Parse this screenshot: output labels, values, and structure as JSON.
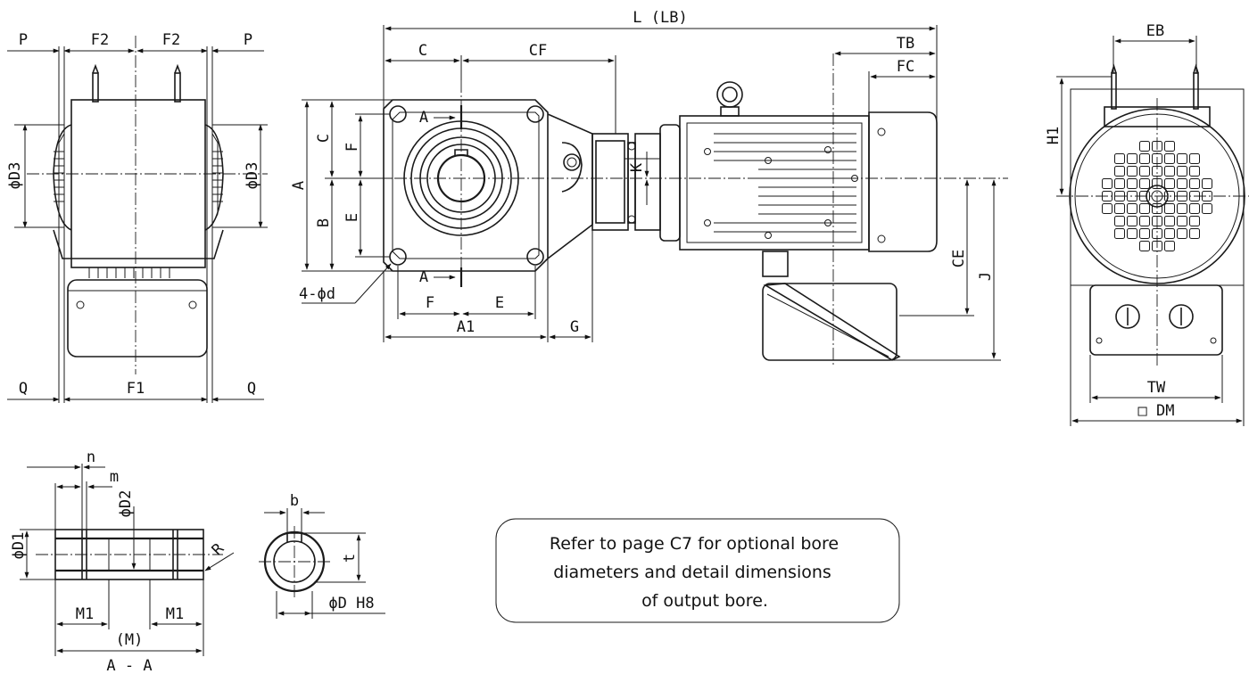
{
  "labels": {
    "P_left": "P",
    "F2_a": "F2",
    "F2_b": "F2",
    "P_right": "P",
    "phiD3_left": "ϕD3",
    "phiD3_right": "ϕD3",
    "Q_left": "Q",
    "F1": "F1",
    "Q_right": "Q",
    "L_LB": "L (LB)",
    "C_top": "C",
    "CF": "CF",
    "TB": "TB",
    "FC": "FC",
    "A_top_sec": "A",
    "A_bot_sec": "A",
    "A_dim": "A",
    "C_side": "C",
    "F_side": "F",
    "B_side": "B",
    "E_side": "E",
    "K": "K",
    "hole": "4-ϕd",
    "F_bottom": "F",
    "E_bottom": "E",
    "A1": "A1",
    "G": "G",
    "CE": "CE",
    "J": "J",
    "EB": "EB",
    "H1": "H1",
    "TW": "TW",
    "DM": "□ DM",
    "n": "n",
    "m": "m",
    "phiD2": "ϕD2",
    "phiD1": "ϕD1",
    "R": "R",
    "M1_left": "M1",
    "M1_right": "M1",
    "M": "(M)",
    "section": "A - A",
    "b": "b",
    "t": "t",
    "phiD_H8": "ϕD H8"
  },
  "note": {
    "line1": "Refer to page C7 for optional bore",
    "line2": "diameters and detail dimensions",
    "line3": "of output bore."
  }
}
